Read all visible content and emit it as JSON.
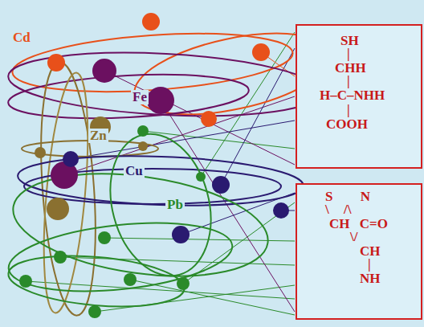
{
  "diagram": {
    "nodes": [
      {
        "text": [
          "SH",
          "|",
          "CHH",
          "|",
          "H–C–NHH",
          "|",
          "COOH"
        ]
      },
      {
        "text": [
          "S N",
          "\\ /\\",
          "CH C=O",
          "\\/",
          "CH",
          "|",
          "NH"
        ]
      }
    ],
    "labels": [
      "Cd",
      "Fe",
      "Zn",
      "Cu",
      "Pb"
    ]
  }
}
